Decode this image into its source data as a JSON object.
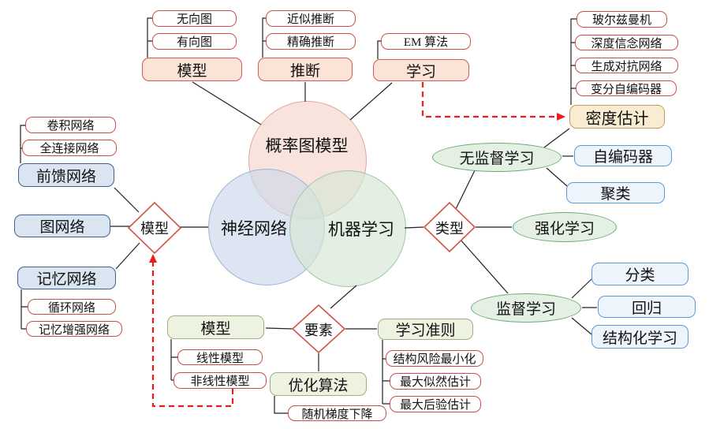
{
  "circles": {
    "pgm": "概率图模型",
    "nn": "神经网络",
    "ml": "机器学习"
  },
  "diamonds": {
    "nn_model": "模型",
    "elements": "要素",
    "type": "类型"
  },
  "pgm_branch": {
    "model": "模型",
    "undirected": "无向图",
    "directed": "有向图",
    "inference": "推断",
    "approximate": "近似推断",
    "exact": "精确推断",
    "learning": "学习",
    "em": "EM 算法",
    "density": "密度估计",
    "boltzmann": "玻尔兹曼机",
    "dbn": "深度信念网络",
    "gan": "生成对抗网络",
    "vae": "变分自编码器"
  },
  "nn_branch": {
    "feedforward": "前馈网络",
    "conv": "卷积网络",
    "fully_connected": "全连接网络",
    "graph": "图网络",
    "memory": "记忆网络",
    "recurrent": "循环网络",
    "memory_augmented": "记忆增强网络"
  },
  "ml_branch": {
    "model": "模型",
    "linear": "线性模型",
    "nonlinear": "非线性模型",
    "optimization": "优化算法",
    "sgd": "随机梯度下降",
    "criterion": "学习准则",
    "srm": "结构风险最小化",
    "mle": "最大似然估计",
    "map": "最大后验估计"
  },
  "type_branch": {
    "unsupervised": "无监督学习",
    "autoencoder": "自编码器",
    "clustering": "聚类",
    "reinforcement": "强化学习",
    "supervised": "监督学习",
    "classification": "分类",
    "regression": "回归",
    "structured": "结构化学习"
  },
  "colors": {
    "leaf_border": "#c9504c",
    "pink_fill": "#fbe3d8",
    "pink_border": "#cf5b51",
    "yellow_fill": "#f8ecd2",
    "yellow_border": "#c59d5f",
    "blue_fill": "#dbe5f1",
    "blue_border": "#41618f",
    "lightblue_fill": "#edf4fb",
    "lightblue_border": "#5b9bd5",
    "green_fill": "#eef3e1",
    "green_border": "#9fae83",
    "ellipse_fill": "#e5f0e4",
    "ellipse_border": "#6cab74",
    "diamond_border": "#d0544b",
    "dashed_arrow": "#ea1c1c",
    "circle_pink": "#f7d7cb",
    "circle_blue": "#cbd8ec",
    "circle_green": "#d5e7d4"
  }
}
